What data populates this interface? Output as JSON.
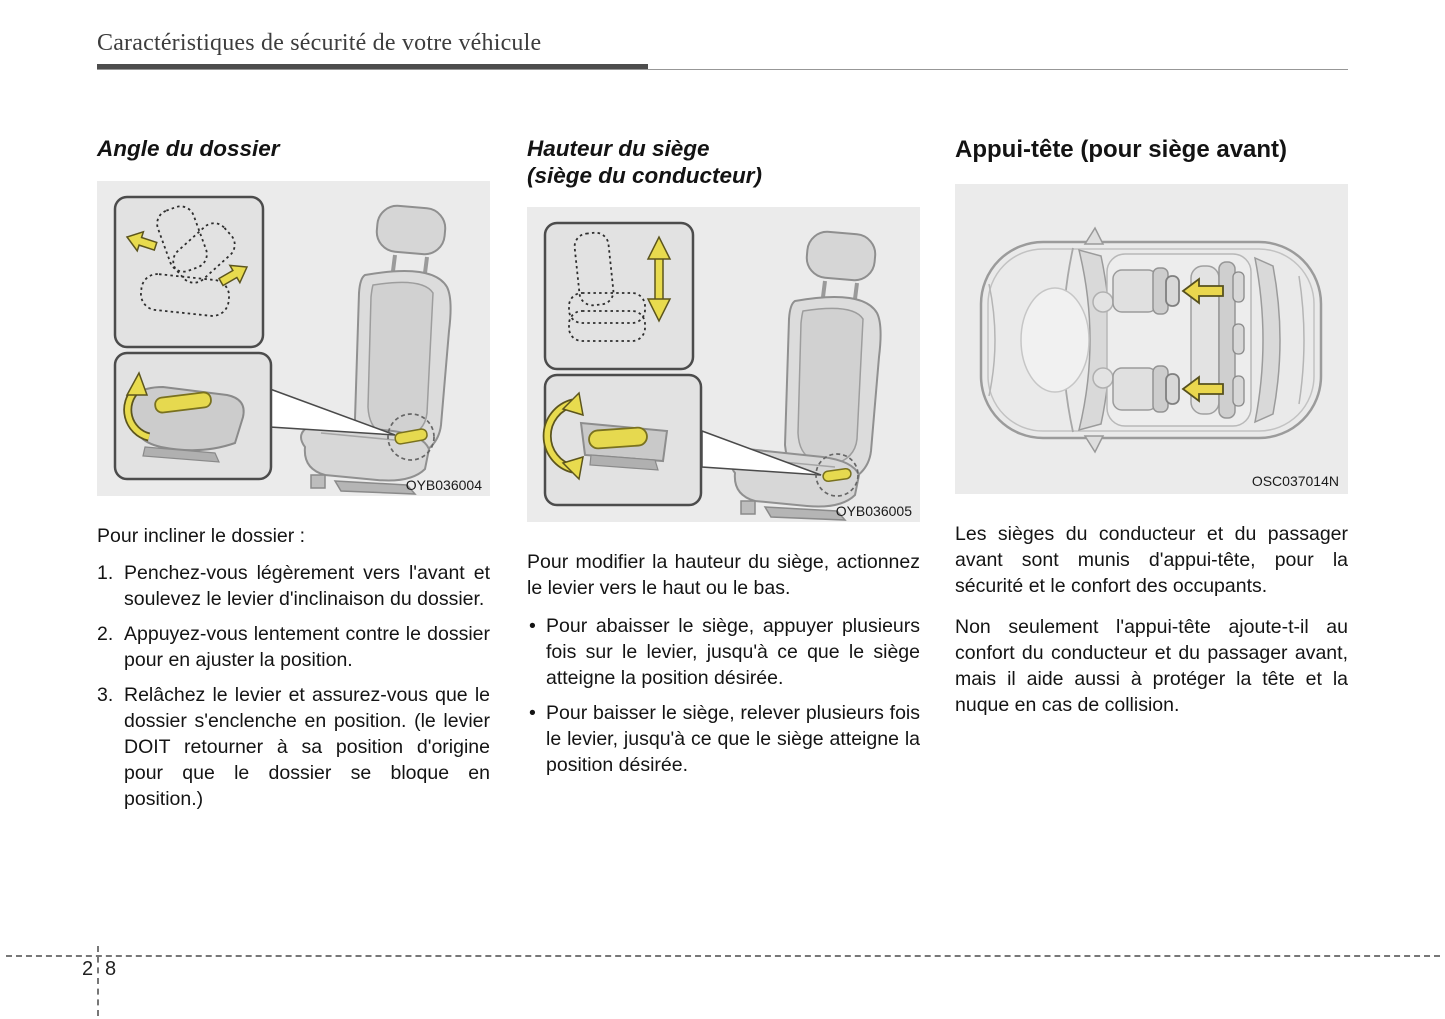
{
  "header": {
    "title": "Caractéristiques de sécurité de votre véhicule"
  },
  "sections": [
    {
      "heading": "Angle du dossier",
      "figure_code": "OYB036004",
      "intro": "Pour incliner le dossier :",
      "items": [
        "Penchez-vous légèrement vers l'avant et soulevez le levier d'inclinaison du dossier.",
        "Appuyez-vous lentement contre le dossier pour en ajuster la position.",
        "Relâchez le levier et assurez-vous que le dossier s'enclenche en position. (le levier DOIT retourner à sa position d'origine pour que le dossier se bloque en position.)"
      ]
    },
    {
      "heading": "Hauteur du siège",
      "heading_line2": "(siège du conducteur)",
      "figure_code": "OYB036005",
      "intro": "Pour modifier la hauteur du siège, actionnez le levier vers le haut ou le bas.",
      "items": [
        "Pour abaisser le siège, appuyer plusieurs fois sur le levier, jusqu'à ce que le siège atteigne la position désirée.",
        "Pour baisser le siège, relever plusieurs fois le levier, jusqu'à ce que le siège atteigne la position désirée."
      ]
    },
    {
      "heading": "Appui-tête (pour siège avant)",
      "figure_code": "OSC037014N",
      "paragraphs": [
        "Les sièges du conducteur et du passager avant sont munis d'appui-tête, pour la sécurité et le confort des occupants.",
        "Non seulement l'appui-tête ajoute-t-il au confort du conducteur et du passager avant, mais il aide aussi à protéger la tête et la nuque en cas de collision."
      ]
    }
  ],
  "footer": {
    "chapter": "2",
    "page": "8"
  }
}
